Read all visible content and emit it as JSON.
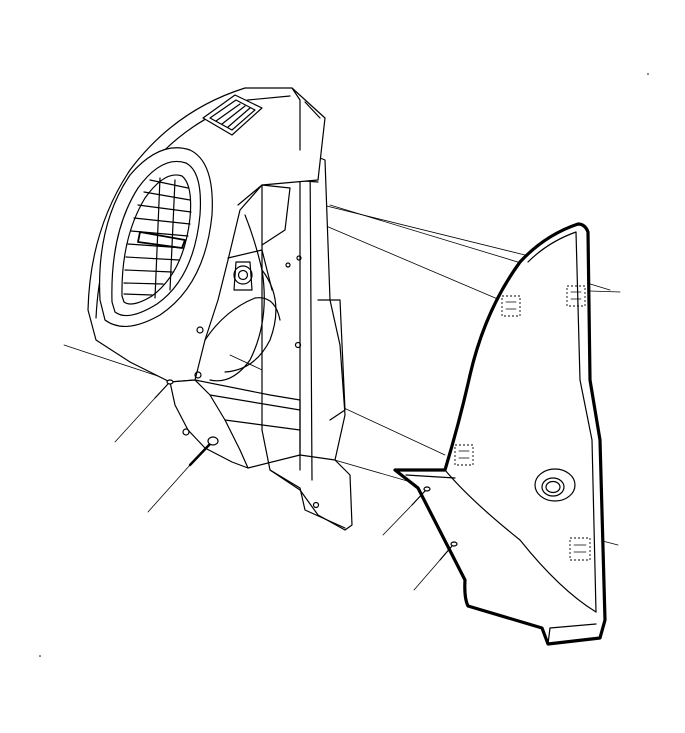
{
  "diagram": {
    "kind": "exploded-view-line-drawing",
    "colors": {
      "ink": "#000000",
      "paper": "#ffffff"
    },
    "parts": [
      "dashboard-end-assembly",
      "air-vent-outlet",
      "defroster-grille",
      "mounting-bracket",
      "side-trim-panel",
      "fastener-upper-left",
      "fastener-lower-left",
      "fastener-panel-upper",
      "fastener-panel-lower"
    ]
  }
}
